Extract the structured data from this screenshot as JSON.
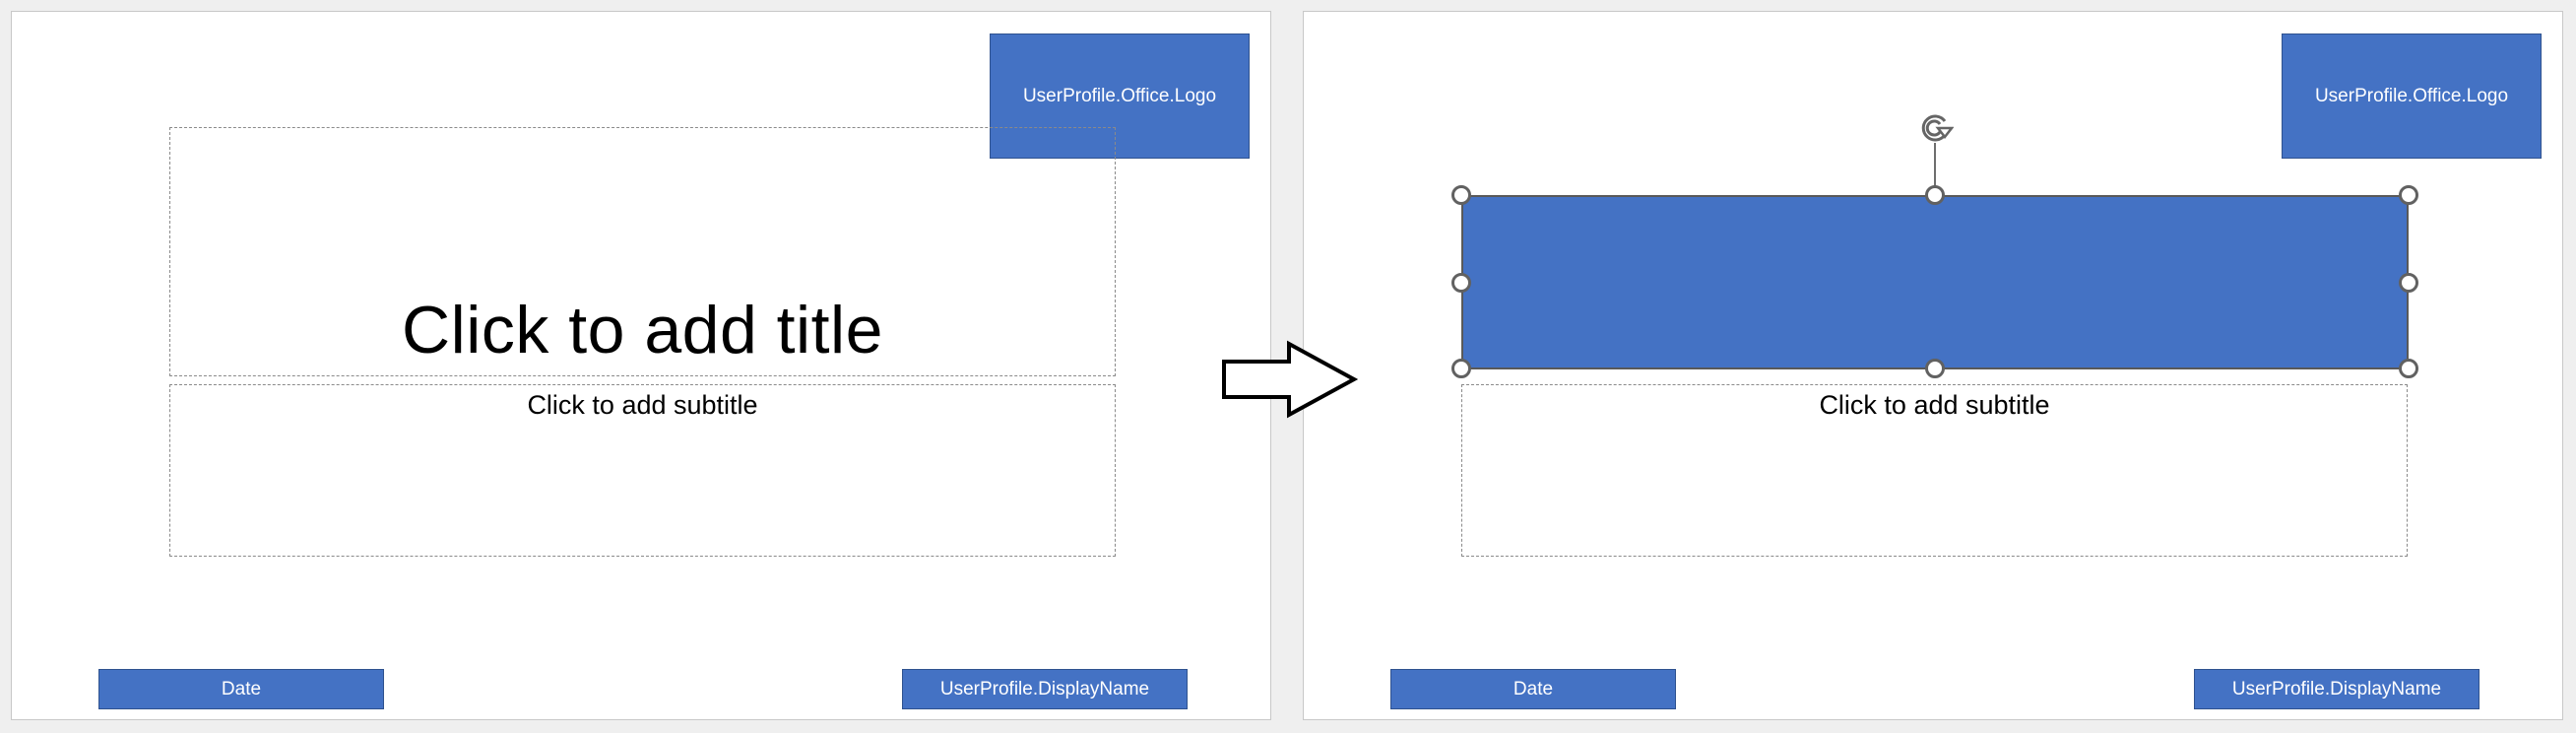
{
  "before_slide": {
    "logo_label": "UserProfile.Office.Logo",
    "title_placeholder": "Click to add title",
    "subtitle_placeholder": "Click to add subtitle",
    "date_label": "Date",
    "display_name_label": "UserProfile.DisplayName"
  },
  "transition": {
    "icon": "right-arrow-icon"
  },
  "after_slide": {
    "logo_label": "UserProfile.Office.Logo",
    "selected_shape": {
      "fill": "#4472c4",
      "outline": "#595959",
      "state": "selected"
    },
    "subtitle_placeholder": "Click to add subtitle",
    "date_label": "Date",
    "display_name_label": "UserProfile.DisplayName"
  },
  "colors": {
    "accent_blue": "#4472c4",
    "accent_border": "#2f528f",
    "canvas_background": "#efefef",
    "slide_background": "#ffffff"
  }
}
